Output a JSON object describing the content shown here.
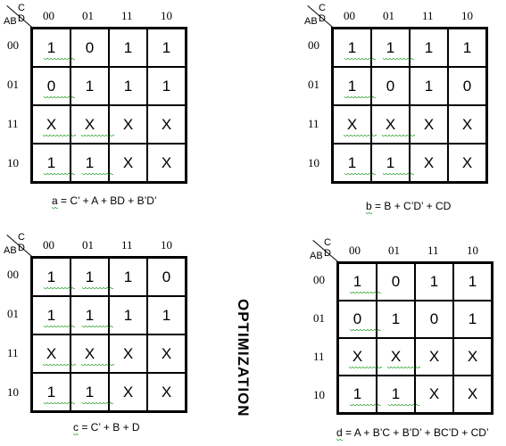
{
  "side_title": "OPTIMIZATION",
  "maps": [
    {
      "cd_label": "C D",
      "ab_label": "AB",
      "col_labels": [
        "00",
        "01",
        "11",
        "10"
      ],
      "row_labels": [
        "00",
        "01",
        "11",
        "10"
      ],
      "cells": [
        [
          "1",
          "0",
          "1",
          "1"
        ],
        [
          "0",
          "1",
          "1",
          "1"
        ],
        [
          "X",
          "X",
          "X",
          "X"
        ],
        [
          "1",
          "1",
          "X",
          "X"
        ]
      ],
      "squiggled": [
        [
          true,
          false,
          false,
          false
        ],
        [
          true,
          false,
          false,
          false
        ],
        [
          true,
          true,
          false,
          false
        ],
        [
          true,
          true,
          false,
          false
        ]
      ],
      "caption_fn": "a",
      "caption_expr": " = C’ + A + BD + B’D’"
    },
    {
      "cd_label": "C D",
      "ab_label": "AB",
      "col_labels": [
        "00",
        "01",
        "11",
        "10"
      ],
      "row_labels": [
        "00",
        "01",
        "11",
        "10"
      ],
      "cells": [
        [
          "1",
          "1",
          "1",
          "1"
        ],
        [
          "1",
          "0",
          "1",
          "0"
        ],
        [
          "X",
          "X",
          "X",
          "X"
        ],
        [
          "1",
          "1",
          "X",
          "X"
        ]
      ],
      "squiggled": [
        [
          true,
          true,
          false,
          false
        ],
        [
          true,
          false,
          false,
          false
        ],
        [
          true,
          true,
          false,
          false
        ],
        [
          true,
          true,
          false,
          false
        ]
      ],
      "caption_fn": "b",
      "caption_expr": " = B + C’D’ + CD"
    },
    {
      "cd_label": "C D",
      "ab_label": "AB",
      "col_labels": [
        "00",
        "01",
        "11",
        "10"
      ],
      "row_labels": [
        "00",
        "01",
        "11",
        "10"
      ],
      "cells": [
        [
          "1",
          "1",
          "1",
          "0"
        ],
        [
          "1",
          "1",
          "1",
          "1"
        ],
        [
          "X",
          "X",
          "X",
          "X"
        ],
        [
          "1",
          "1",
          "X",
          "X"
        ]
      ],
      "squiggled": [
        [
          true,
          true,
          false,
          false
        ],
        [
          true,
          true,
          false,
          false
        ],
        [
          true,
          true,
          false,
          false
        ],
        [
          true,
          true,
          false,
          false
        ]
      ],
      "caption_fn": "c",
      "caption_expr": " = C’ + B + D"
    },
    {
      "cd_label": "C D",
      "ab_label": "AB",
      "col_labels": [
        "00",
        "01",
        "11",
        "10"
      ],
      "row_labels": [
        "00",
        "01",
        "11",
        "10"
      ],
      "cells": [
        [
          "1",
          "0",
          "1",
          "1"
        ],
        [
          "0",
          "1",
          "0",
          "1"
        ],
        [
          "X",
          "X",
          "X",
          "X"
        ],
        [
          "1",
          "1",
          "X",
          "X"
        ]
      ],
      "squiggled": [
        [
          true,
          false,
          false,
          false
        ],
        [
          true,
          false,
          false,
          false
        ],
        [
          true,
          true,
          false,
          false
        ],
        [
          true,
          true,
          false,
          false
        ]
      ],
      "caption_fn": "d",
      "caption_expr": " = A + B’C + B’D’ + BC’D + CD’"
    }
  ]
}
